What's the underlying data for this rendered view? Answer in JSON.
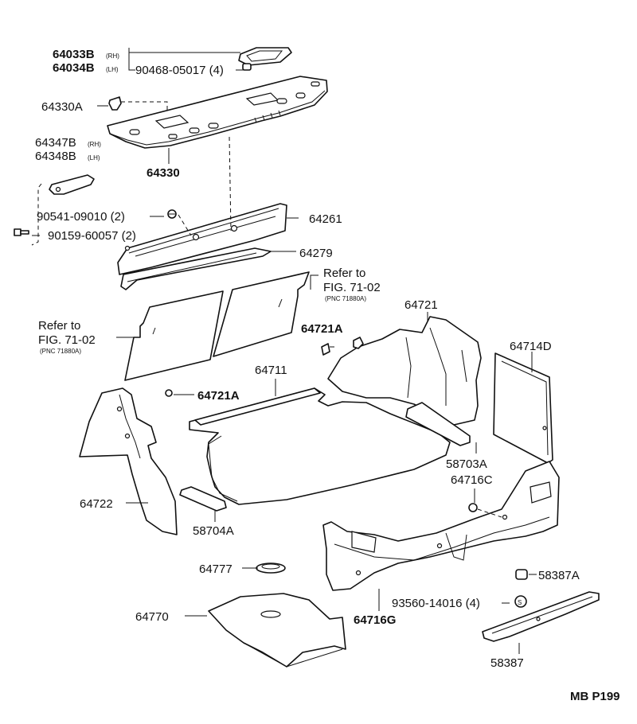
{
  "parts": {
    "p64033b": "64033B",
    "p64033b_side": "(RH)",
    "p64034b": "64034B",
    "p64034b_side": "(LH)",
    "p90468": "90468-05017 (4)",
    "p64330a": "64330A",
    "p64347b": "64347B",
    "p64347b_side": "(RH)",
    "p64348b": "64348B",
    "p64348b_side": "(LH)",
    "p64330": "64330",
    "p90541": "90541-09010 (2)",
    "p90159": "90159-60057 (2)",
    "p64261": "64261",
    "p64279": "64279",
    "p64721": "64721",
    "p64721a_top": "64721A",
    "p64714d": "64714D",
    "p64711": "64711",
    "p64721a_left": "64721A",
    "p58703a": "58703A",
    "p64716c": "64716C",
    "p64722": "64722",
    "p58704a": "58704A",
    "p64777": "64777",
    "p58387a": "58387A",
    "p93560": "93560-14016 (4)",
    "p64770": "64770",
    "p64716g": "64716G",
    "p58387": "58387"
  },
  "references": {
    "right_refer": "Refer to",
    "right_fig": "FIG. 71-02",
    "right_pnc": "(PNC 71880A)",
    "left_refer": "Refer to",
    "left_fig": "FIG. 71-02",
    "left_pnc": "(PNC 71880A)"
  },
  "footer": {
    "page_code": "MB P199"
  }
}
